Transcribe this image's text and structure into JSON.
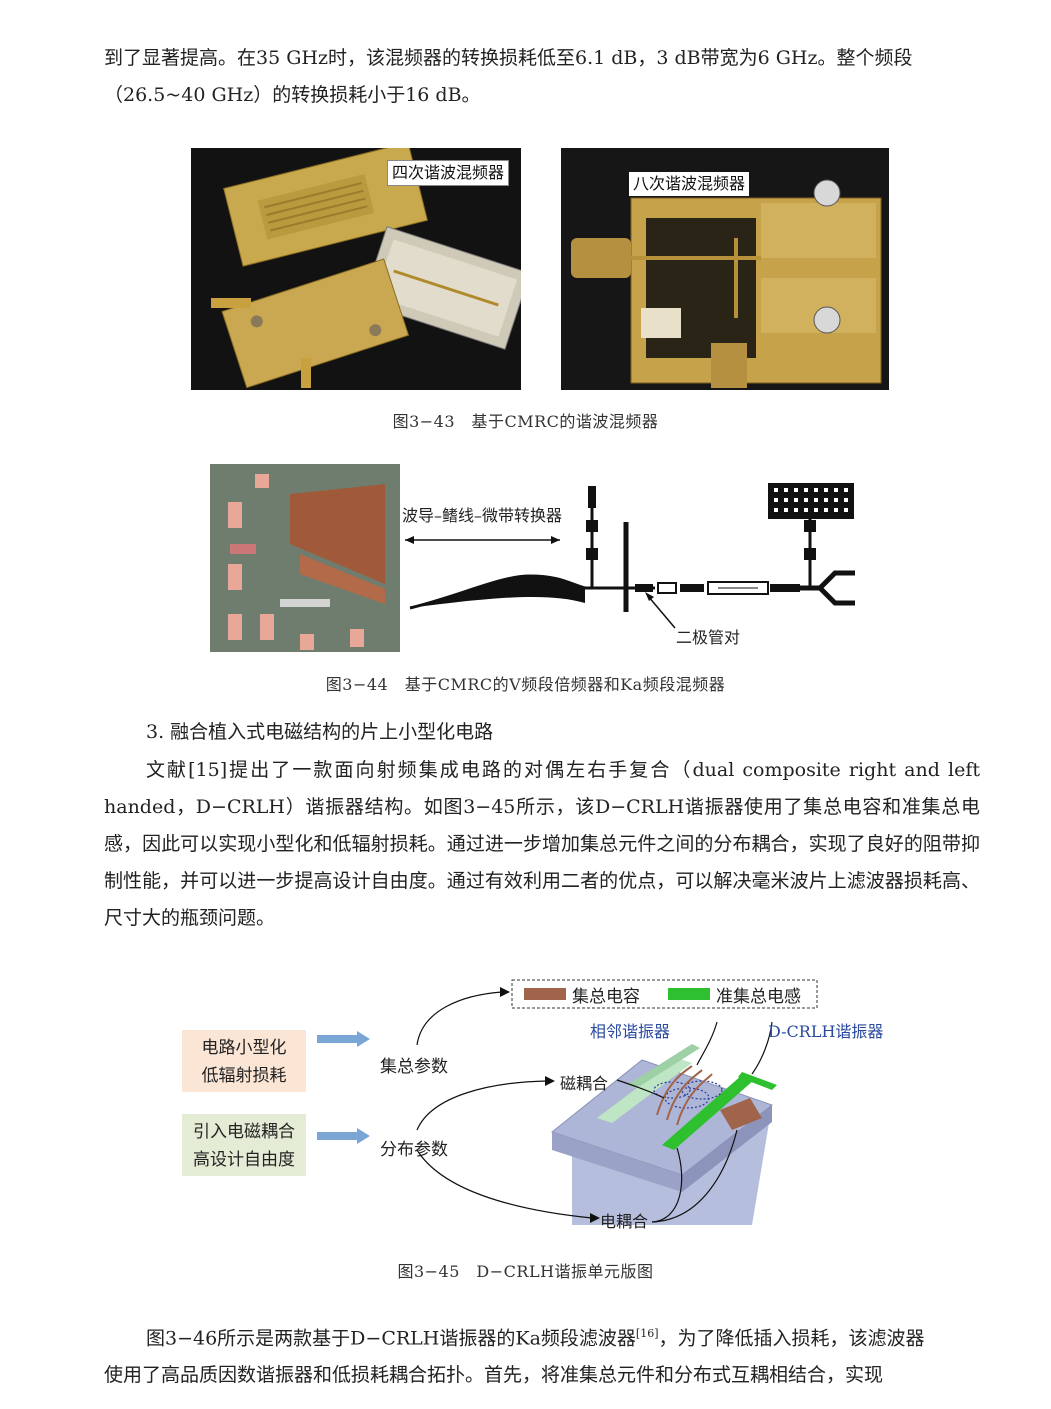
{
  "top_paragraph": {
    "line1": "到了显著提高。在35 GHz时，该混频器的转换损耗低至6.1 dB，3 dB带宽为6 GHz。整个频段",
    "line2": "（26.5~40 GHz）的转换损耗小于16 dB。"
  },
  "figure_3_43": {
    "label_left": "四次谐波混频器",
    "label_right": "八次谐波混频器",
    "caption": "图3−43　基于CMRC的谐波混频器"
  },
  "figure_3_44": {
    "label_transition": "波导–鳍线–微带转换器",
    "label_diode": "二极管对",
    "caption": "图3−44　基于CMRC的V频段倍频器和Ka频段混频器"
  },
  "section": {
    "heading": "3. 融合植入式电磁结构的片上小型化电路",
    "paragraph": "文献[15]提出了一款面向射频集成电路的对偶左右手复合（dual composite right and left handed，D−CRLH）谐振器结构。如图3−45所示，该D−CRLH谐振器使用了集总电容和准集总电感，因此可以实现小型化和低辐射损耗。通过进一步增加集总元件之间的分布耦合，实现了良好的阻带抑制性能，并可以进一步提高设计自由度。通过有效利用二者的优点，可以解决毫米波片上滤波器损耗高、尺寸大的瓶颈问题。"
  },
  "figure_3_45": {
    "box1_line1": "电路小型化",
    "box1_line2": "低辐射损耗",
    "box2_line1": "引入电磁耦合",
    "box2_line2": "高设计自由度",
    "lumped_params": "集总参数",
    "distributed_params": "分布参数",
    "legend_capacitor": "集总电容",
    "legend_inductor": "准集总电感",
    "adjacent_resonator": "相邻谐振器",
    "dcrlh_resonator": "D-CRLH谐振器",
    "magnetic_coupling": "磁耦合",
    "electric_coupling": "电耦合",
    "caption": "图3−45　D−CRLH谐振单元版图",
    "colors": {
      "capacitor": "#a0644a",
      "inductor": "#2ec02e",
      "blue_label": "#2a4aa0",
      "box1_bg": "#fbe6d6",
      "box2_bg": "#e4ecd6",
      "arrow": "#7aa6d6"
    }
  },
  "bottom_paragraph": {
    "line1_before_ref": "图3−46所示是两款基于D−CRLH谐振器的Ka频段滤波器",
    "ref": "[16]",
    "line1_after_ref": "，为了降低插入损耗，该滤波器",
    "line2": "使用了高品质因数谐振器和低损耗耦合拓扑。首先，将准集总元件和分布式互耦相结合，实现"
  }
}
